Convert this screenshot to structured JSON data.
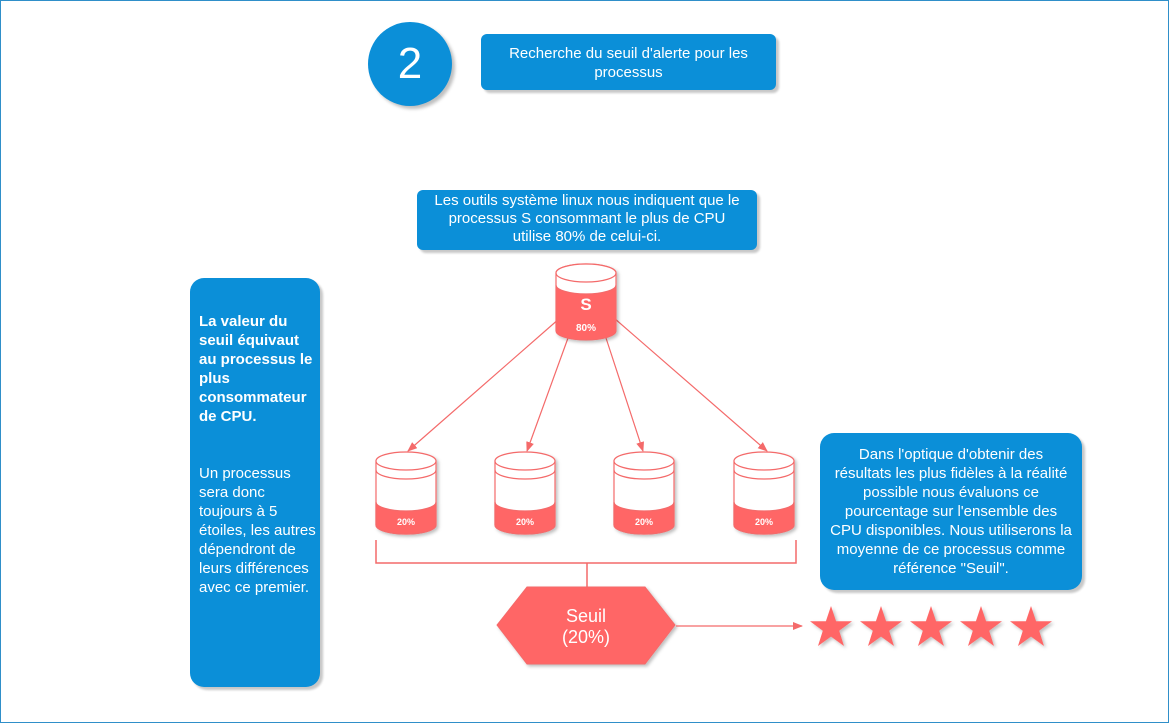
{
  "step": {
    "number": "2"
  },
  "title": {
    "text": "Recherche du seuil d'alerte pour les processus"
  },
  "info": {
    "text": "Les outils système linux nous indiquent que le processus S consommant le plus de CPU utilise 80% de celui-ci."
  },
  "left_panel": {
    "heading": "La valeur du seuil équivaut au processus le plus consommateur de CPU.",
    "body": "Un processus sera donc toujours à 5 étoiles, les autres dépendront de leurs différences avec ce premier."
  },
  "right_panel": {
    "text": "Dans l'optique d'obtenir des résultats les plus fidèles à la réalité possible nous évaluons ce pourcentage sur l'ensemble des CPU disponibles. Nous utiliserons la moyenne de ce processus comme référence \"Seuil\"."
  },
  "main_process": {
    "name": "S",
    "cpu": "80%"
  },
  "cpus": [
    {
      "value": "20%"
    },
    {
      "value": "20%"
    },
    {
      "value": "20%"
    },
    {
      "value": "20%"
    }
  ],
  "threshold": {
    "label": "Seuil",
    "value": "(20%)"
  },
  "rating": {
    "stars": 5
  },
  "colors": {
    "blue": "#0b8fd8",
    "red": "#f46a6a",
    "shape_red": "#ff6666"
  }
}
